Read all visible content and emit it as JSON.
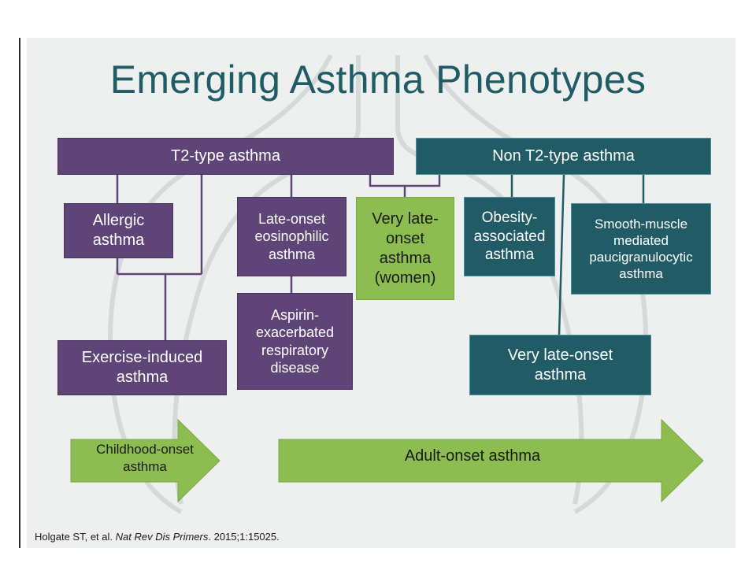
{
  "title": "Emerging Asthma Phenotypes",
  "headers": {
    "t2": "T2-type asthma",
    "non_t2": "Non T2-type asthma"
  },
  "boxes": {
    "allergic": "Allergic asthma",
    "exercise": "Exercise-induced asthma",
    "late_eos": "Late-onset eosinophilic asthma",
    "aspirin": "Aspirin-exacerbated respiratory disease",
    "very_late_women": "Very late-onset asthma (women)",
    "obesity": "Obesity-associated asthma",
    "smooth_muscle": "Smooth-muscle mediated paucigranulocytic asthma",
    "very_late": "Very late-onset asthma"
  },
  "arrows": {
    "childhood": "Childhood-onset asthma",
    "adult": "Adult-onset asthma"
  },
  "citation": {
    "authors": "Holgate ST, et al.",
    "journal": "Nat Rev Dis Primers",
    "rest": ". 2015;1:15025."
  },
  "colors": {
    "t2_purple": "#5f4478",
    "non_t2_teal": "#215c66",
    "green": "#8dbd50",
    "title_teal": "#1f5c66"
  }
}
